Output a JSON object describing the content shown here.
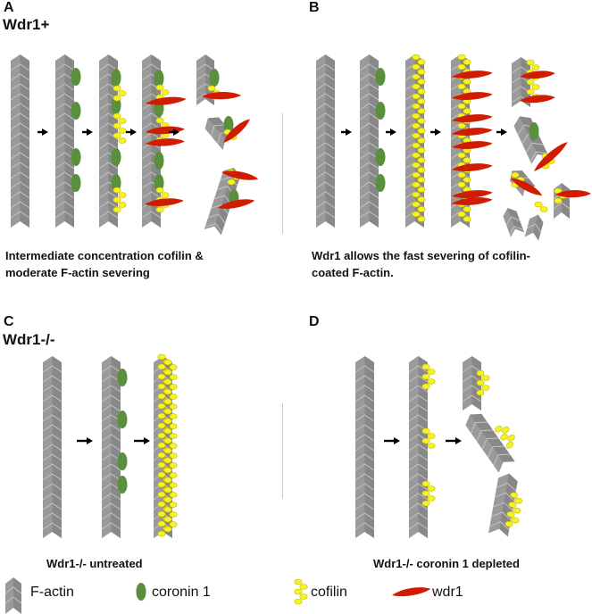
{
  "panels": {
    "A": {
      "letter": "A",
      "genotype": "Wdr1+",
      "caption": "Intermediate concentration cofilin & moderate F-actin severing"
    },
    "B": {
      "letter": "B",
      "caption": "Wdr1 allows the fast severing  of cofilin-coated F-actin."
    },
    "C": {
      "letter": "C",
      "genotype": "Wdr1-/-",
      "caption": "Wdr1-/- untreated"
    },
    "D": {
      "letter": "D",
      "caption": "Wdr1-/-  coronin 1 depleted"
    }
  },
  "legend": {
    "factin": "F-actin",
    "coronin": "coronin 1",
    "cofilin": "cofilin",
    "wdr1": "wdr1"
  },
  "colors": {
    "actin": "#9a9a9a",
    "actin_dark": "#7a7a7a",
    "coronin": "#5a8f3c",
    "cofilin": "#f5f51e",
    "cofilin_edge": "#c8b400",
    "wdr1": "#d01c00",
    "arrow": "#000000"
  }
}
